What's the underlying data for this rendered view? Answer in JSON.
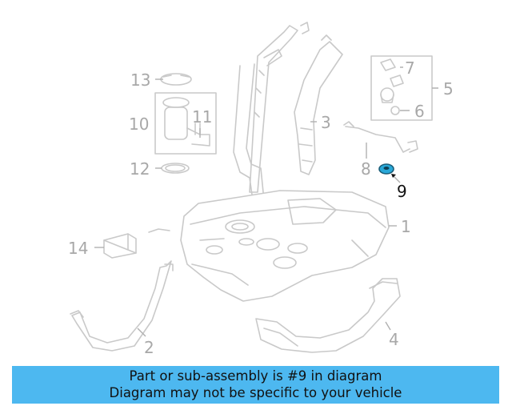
{
  "diagram": {
    "callouts": {
      "c1": "1",
      "c2": "2",
      "c3": "3",
      "c4": "4",
      "c5": "5",
      "c6": "6",
      "c7": "7",
      "c8": "8",
      "c9": "9",
      "c10": "10",
      "c11": "11",
      "c12": "12",
      "c13": "13",
      "c14": "14"
    },
    "highlighted_part": "9",
    "colors": {
      "line": "#c9c9c9",
      "highlight_part": "#29a8d8",
      "highlight_label": "#111111"
    }
  },
  "banner": {
    "line1": "Part or sub-assembly is #9 in diagram",
    "line2": "Diagram may not be specific to your vehicle",
    "background": "#4db8f0"
  }
}
